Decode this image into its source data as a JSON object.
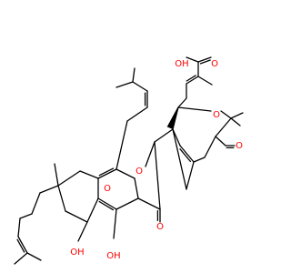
{
  "colors": {
    "bond": "#000000",
    "oxygen": "#ff0000",
    "background": "#ffffff"
  },
  "labels": {
    "acid_oh": "OH",
    "acid_carbonyl_o": "O",
    "ring_o_left": "O",
    "ring_o_central": "O",
    "bridge_o": "O",
    "ketone_o_bridge": "O",
    "ketone_o_central": "O",
    "hydroxy_ring": "OH",
    "hydroxy_aromatic": "OH",
    "hydroxy_ring_h": "HO",
    "hydroxy_aromatic_h": "HO"
  }
}
